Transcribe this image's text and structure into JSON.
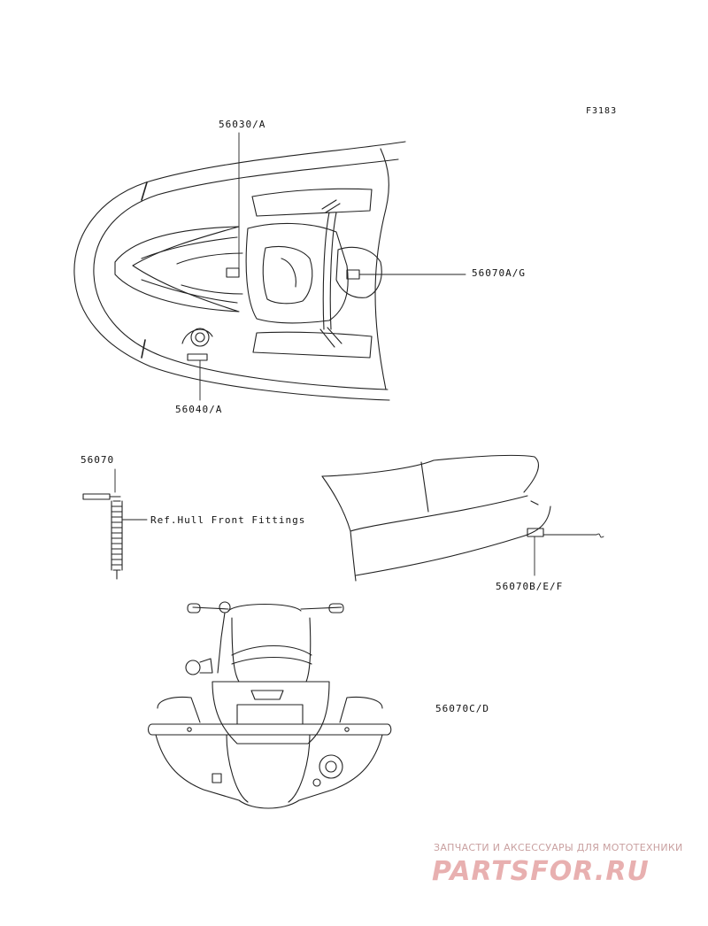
{
  "figure_code": "F3183",
  "callouts": {
    "label_56030A": "56030/A",
    "label_56070AG": "56070A/G",
    "label_56040A": "56040/A",
    "label_56070": "56070",
    "ref_note": "Ref.Hull Front Fittings",
    "label_56070BEF": "56070B/E/F",
    "label_56070CD": "56070C/D"
  },
  "watermark": {
    "subtitle": "ЗАПЧАСТИ И АКСЕССУАРЫ ДЛЯ МОТОТЕХНИКИ",
    "brand": "PARTSFOR.RU",
    "color": "#e8b0b0"
  }
}
